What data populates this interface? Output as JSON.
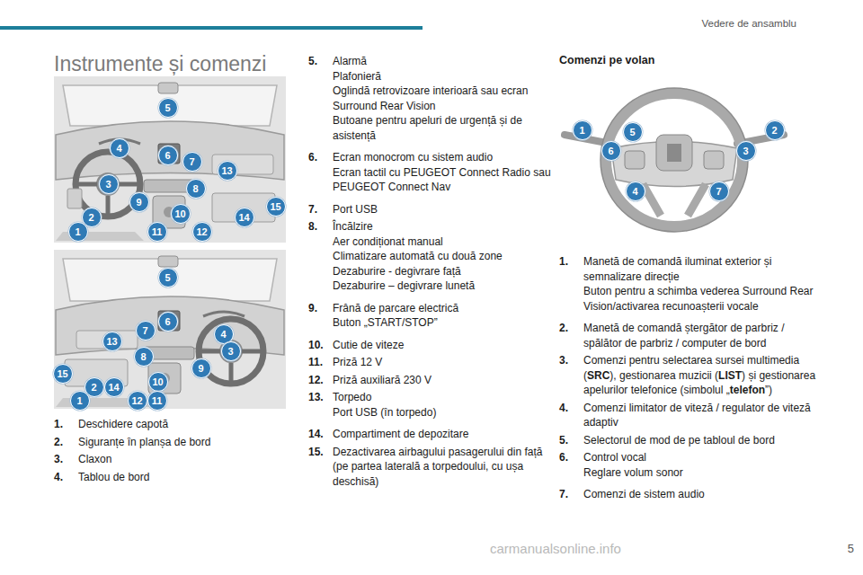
{
  "diagram": {
    "title": "Instrumente și comenzi",
    "labels": [
      "Vedere de ansamblu",
      "5",
      "carmanualsonline.info",
      "Comenzi pe volan",
      "5",
      "4",
      "6",
      "7",
      "13",
      "3",
      "8",
      "9",
      "10",
      "15",
      "2",
      "14",
      "1",
      "11",
      "12",
      "5",
      "6",
      "7",
      "4",
      "13",
      "3",
      "8",
      "9",
      "10",
      "15",
      "2",
      "14",
      "1",
      "12",
      "11",
      "1",
      "5",
      "2",
      "6",
      "3",
      "4",
      "7",
      "1.",
      "Deschidere capotă",
      "2.",
      "Siguranțe în planșa de bord",
      "3.",
      "Claxon",
      "4.",
      "Tablou de bord",
      "5.",
      "Alarmă",
      "Plafonieră",
      "Oglindă retrovizoare interioară sau ecran Surround Rear Vision",
      "Butoane pentru apeluri de urgență și de asistență",
      "6.",
      "Ecran monocrom cu sistem audio",
      "Ecran tactil cu PEUGEOT Connect Radio sau PEUGEOT Connect Nav",
      "7.",
      "Port USB",
      "8.",
      "Încălzire",
      "Aer condiționat manual",
      "Climatizare automată cu două zone",
      "Dezaburire - degivrare față",
      "Dezaburire – degivrare lunetă",
      "9.",
      "Frână de parcare electrică",
      "Buton „START/STOP”",
      "10.",
      "Cutie de viteze",
      "11.",
      "Priză 12 V",
      "12.",
      "Priză auxiliară 230 V",
      "13.",
      "Torpedo",
      "Port USB (în torpedo)",
      "14.",
      "Compartiment de depozitare",
      "15.",
      "Dezactivarea airbagului pasagerului din față (pe partea laterală a torpedoului, cu ușa deschisă)",
      "1.",
      "Manetă de comandă iluminat exterior și semnalizare direcție",
      "Buton pentru a schimba vederea Surround Rear Vision/activarea recunoașterii vocale",
      "2.",
      "Manetă de comandă ștergător de parbriz / spălător de parbriz / computer de bord",
      "3.",
      "Comenzi pentru selectarea sursei multimedia (",
      "SRC",
      "), gestionarea muzicii (",
      "LIST",
      ") și gestionarea apelurilor telefonice (simbolul „",
      "telefon",
      "”)",
      "4.",
      "Comenzi limitator de viteză / regulator de viteză adaptiv",
      "5.",
      "Selectorul de mod de pe tabloul de bord",
      "6.",
      "Control vocal",
      "Reglare volum sonor",
      "7.",
      "Comenzi de sistem audio"
    ]
  }
}
